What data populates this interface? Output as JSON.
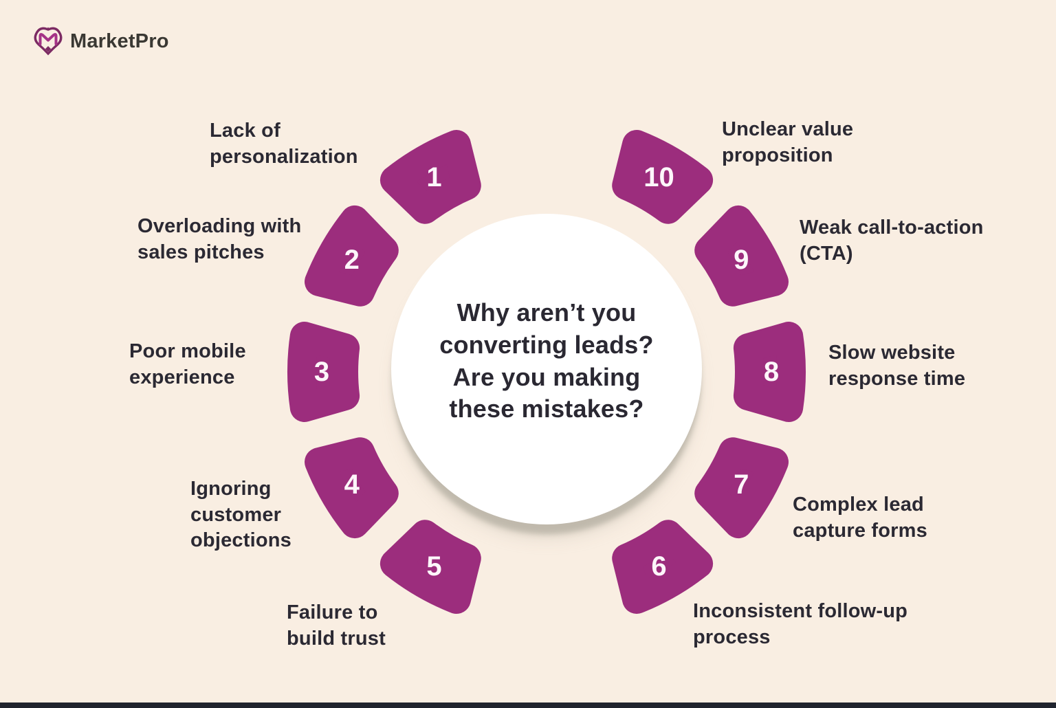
{
  "brand": {
    "name": "MarketPro"
  },
  "center": {
    "title": "Why aren’t you\nconverting leads?\nAre you making\nthese mistakes?"
  },
  "wheel": {
    "segments": [
      {
        "number": "1",
        "label": "Lack of\npersonalization"
      },
      {
        "number": "2",
        "label": "Overloading with\nsales pitches"
      },
      {
        "number": "3",
        "label": "Poor mobile\nexperience"
      },
      {
        "number": "4",
        "label": "Ignoring\ncustomer\nobjections"
      },
      {
        "number": "5",
        "label": "Failure to\nbuild trust"
      },
      {
        "number": "6",
        "label": "Inconsistent follow-up\nprocess"
      },
      {
        "number": "7",
        "label": "Complex lead\ncapture forms"
      },
      {
        "number": "8",
        "label": "Slow website\nresponse time"
      },
      {
        "number": "9",
        "label": "Weak call-to-action\n(CTA)"
      },
      {
        "number": "10",
        "label": "Unclear value\nproposition"
      }
    ]
  },
  "colors": {
    "background": "#f9eee2",
    "segment": "#9c2d7d",
    "title_text": "#2a2832",
    "label_text": "#2b2933",
    "circle": "#ffffff",
    "number_text": "#fdf6fa",
    "footer_bar": "#20242e",
    "logo_dark": "#7c2a63",
    "logo_bright": "#a53387"
  }
}
